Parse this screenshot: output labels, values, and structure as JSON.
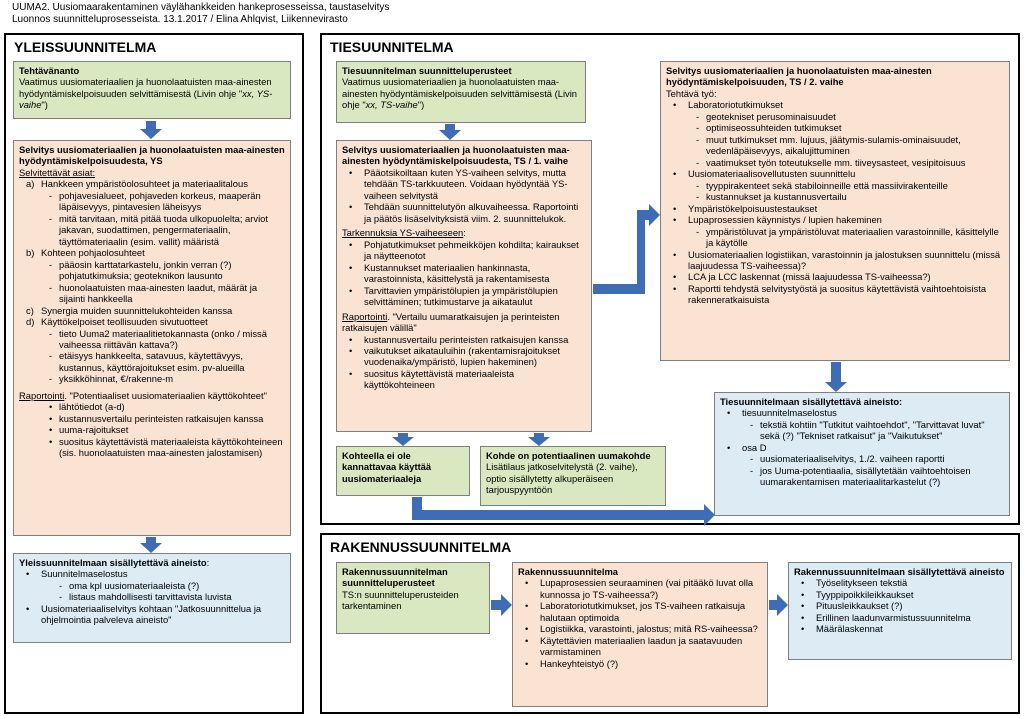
{
  "header": {
    "line1": "UUMA2. Uusiomaarakentaminen väylähankkeiden hankeprosesseissa, taustaselvitys",
    "line2": "Luonnos suunnitteluprosesseista. 13.1.2017 / Elina Ahlqvist, Liikennevirasto"
  },
  "colors": {
    "green": "#d9e8c1",
    "orange": "#fbe3d4",
    "blue": "#dcebf4",
    "arrow": "#3e6db5"
  },
  "yleis": {
    "title": "YLEISSUUNNITELMA",
    "tehtavananto": {
      "title": "Tehtävänanto",
      "text1": "Vaatimus uusiomateriaalien ja huonolaatuisten maa-ainesten hyödyntämiskelpoisuuden selvittämisestä (Livin ohje \"",
      "text_em": "xx, YS-vaihe",
      "text2": "\")"
    },
    "selvitys": {
      "title": "Selvitys uusiomateriaalien ja huonolaatuisten maa-ainesten hyödyntämiskelpoisuudesta, YS",
      "subtitle": "Selvitettävät asiat:",
      "items": [
        {
          "lvl": 1,
          "m": "a)",
          "t": "Hankkeen ympäristöolosuhteet ja materiaalitalous"
        },
        {
          "lvl": 2,
          "m": "-",
          "t": "pohjavesialueet, pohjaveden korkeus, maaperän läpäisevyys, pintavesien läheisyys"
        },
        {
          "lvl": 2,
          "m": "-",
          "t": "mitä tarvitaan, mitä pitää tuoda ulkopuolelta; arviot jakavan, suodattimen, pengermateriaalin, täyttömateriaalin (esim. vallit) määristä"
        },
        {
          "lvl": 1,
          "m": "b)",
          "t": "Kohteen pohjaolosuhteet"
        },
        {
          "lvl": 2,
          "m": "-",
          "t": "pääosin karttatarkastelu, jonkin verran (?) pohjatutkimuksia; geoteknikon lausunto"
        },
        {
          "lvl": 2,
          "m": "-",
          "t": "huonolaatuisten maa-ainesten laadut, määrät ja sijainti hankkeella"
        },
        {
          "lvl": 1,
          "m": "c)",
          "t": "Synergia muiden suunnittelukohteiden kanssa"
        },
        {
          "lvl": 1,
          "m": "d)",
          "t": "Käyttökelpoiset teollisuuden sivutuotteet"
        },
        {
          "lvl": 2,
          "m": "-",
          "t": "tieto Uuma2 materiaalitietokannasta (onko / missä vaiheessa riittävän kattava?)"
        },
        {
          "lvl": 2,
          "m": "-",
          "t": "etäisyys hankkeelta, satavuus, käytettävyys, kustannus, käyttörajoitukset esim. pv-alueilla"
        },
        {
          "lvl": 2,
          "m": "-",
          "t": "yksikköhinnat, €/rakenne-m"
        }
      ],
      "report_label": "Raportointi",
      "report_text": ". \"Potentiaaliset uusiomateriaalien käyttökohteet\"",
      "report_items": [
        "lähtötiedot (a-d)",
        "kustannusvertailu perinteisten ratkaisujen kanssa",
        "uuma-rajoitukset",
        "suositus käytettävistä materiaaleista käyttökohteineen (sis. huonolaatuisten maa-ainesten jalostamisen)"
      ]
    },
    "sisallytettava": {
      "title": "Yleissuunnitelmaan sisällytettävä aineisto",
      "title_suffix": ":",
      "items": [
        {
          "lvl": 1,
          "m": "•",
          "t": "Suunnitelmaselostus"
        },
        {
          "lvl": 2,
          "m": "-",
          "t": "oma kpl uusiomateriaaleista (?)"
        },
        {
          "lvl": 2,
          "m": "-",
          "t": "listaus mahdollisesti tarvittavista luvista"
        },
        {
          "lvl": 1,
          "m": "•",
          "t": "Uusiomateriaaliselvitys kohtaan \"Jatkosuunnittelua ja ohjelmointia palveleva aineisto\""
        }
      ]
    }
  },
  "tie": {
    "title": "TIESUUNNITELMA",
    "lahtokohdat": {
      "title": "Tiesuunnitelman suunnitteluperusteet",
      "text1": "Vaatimus uusiomateriaalien ja huonolaatuisten maa-ainesten hyödyntämiskelpoisuuden selvittämisestä (Livin ohje \"",
      "text_em": "xx, TS-vaihe",
      "text2": "\")"
    },
    "vaihe1": {
      "title": "Selvitys uusiomateriaalien ja huonolaatuisten maa-ainesten hyödyntämiskelpoisuudesta, TS / 1. vaihe",
      "items": [
        "Pääotsikoiltaan kuten YS-vaiheen selvitys, mutta tehdään TS-tarkkuuteen. Voidaan hyödyntää YS-vaiheen selvitystä",
        "Tehdään suunnittelutyön alkuvaiheessa. Raportointi ja päätös lisäselvityksistä viim. 2. suunnittelukok."
      ],
      "tark_label": "Tarkennuksia YS-vaiheeseen",
      "tark_suffix": ":",
      "tark_items": [
        "Pohjatutkimukset pehmeikköjen kohdilta; kairaukset ja näytteenotot",
        "Kustannukset materiaalien hankinnasta, varastoinnista, käsittelystä ja rakentamisesta",
        "Tarvittavien ympäristölupien ja ympäristölupien selvittäminen; tutkimustarve ja aikataulut"
      ],
      "rap_label": "Raportointi",
      "rap_text": ". \"Vertailu uumaratkaisujen ja perinteisten ratkaisujen välillä\"",
      "rap_items": [
        "kustannusvertailu perinteisten ratkaisujen kanssa",
        "vaikutukset aikatauluihin (rakentamisrajoitukset vuodenaika/ympäristö, lupien hakeminen)",
        "suositus käytettävistä materiaaleista käyttökohteineen"
      ]
    },
    "ei_ole": {
      "title": "Kohteella ei ole kannattavaa käyttää uusiomateriaaleja"
    },
    "potentiaalinen": {
      "title": "Kohde on potentiaalinen uumakohde",
      "text": "Lisätilaus jatkoselvitelystä (2. vaihe), optio sisällytetty alkuperäiseen tarjouspyyntöön"
    },
    "vaihe2": {
      "title": "Selvitys uusiomateriaalien ja huonolaatuisten maa-ainesten hyödyntämiskelpoisuuden, TS / 2. vaihe",
      "subtitle": "Tehtävä työ:",
      "items": [
        {
          "lvl": 1,
          "m": "•",
          "t": "Laboratoriotutkimukset"
        },
        {
          "lvl": 2,
          "m": "-",
          "t": "geotekniset perusominaisuudet"
        },
        {
          "lvl": 2,
          "m": "-",
          "t": "optimiseossuhteiden tutkimukset"
        },
        {
          "lvl": 2,
          "m": "-",
          "t": "muut tutkimukset mm. lujuus, jäätymis-sulamis-ominaisuudet, vedenläpäisevyys, aikalujittuminen"
        },
        {
          "lvl": 2,
          "m": "-",
          "t": "vaatimukset työn toteutukselle mm. tiiveysasteet, vesipitoisuus"
        },
        {
          "lvl": 1,
          "m": "•",
          "t": "Uusiomateriaalisovellutusten suunnittelu"
        },
        {
          "lvl": 2,
          "m": "-",
          "t": "tyyppirakenteet sekä stabiloinneille että massiivirakenteille"
        },
        {
          "lvl": 2,
          "m": "-",
          "t": "kustannukset ja kustannusvertailu"
        },
        {
          "lvl": 1,
          "m": "•",
          "t": "Ympäristökelpoisuustestaukset"
        },
        {
          "lvl": 1,
          "m": "•",
          "t": "Lupaprosessien käynnistys / lupien hakeminen"
        },
        {
          "lvl": 2,
          "m": "-",
          "t": "ympäristöluvat ja ympäristöluvat materiaalien varastoinnille, käsittelylle ja käytölle"
        },
        {
          "lvl": 1,
          "m": "•",
          "t": "Uusiomateriaalien logistiikan, varastoinnin ja jalostuksen suunnittelu (missä laajuudessa TS-vaiheessa)?"
        },
        {
          "lvl": 1,
          "m": "•",
          "t": "LCA ja LCC laskennat (missä laajuudessa TS-vaiheessa?)"
        },
        {
          "lvl": 1,
          "m": "•",
          "t": "Raportti tehdystä selvitystyöstä ja suositus käytettävistä vaihtoehtoisista rakenneratkaisuista"
        }
      ]
    },
    "sisallytettava": {
      "title": "Tiesuunnitelmaan sisällytettävä aineisto:",
      "items": [
        {
          "lvl": 1,
          "m": "•",
          "t": "tiesuunnitelmaselostus"
        },
        {
          "lvl": 2,
          "m": "-",
          "t": "tekstiä kohtiin \"Tutkitut vaihtoehdot\", \"Tarvittavat luvat\" sekä (?) \"Tekniset ratkaisut\" ja \"Vaikutukset\""
        },
        {
          "lvl": 1,
          "m": "•",
          "t": "osa D"
        },
        {
          "lvl": 2,
          "m": "-",
          "t": "uusiomateriaaliselvitys, 1./2. vaiheen raportti"
        },
        {
          "lvl": 2,
          "m": "-",
          "t": "jos Uuma-potentiaalia, sisällytetään vaihtoehtoisen uumarakentamisen materiaalitarkastelut (?)"
        }
      ]
    }
  },
  "raken": {
    "title": "RAKENNUSSUUNNITELMA",
    "lahtokohdat": {
      "title": "Rakennussuunnitelman suunnitteluperusteet",
      "text": "TS:n suunnitteluperusteiden tarkentaminen"
    },
    "suunnitelma": {
      "title": "Rakennussuunnitelma",
      "items": [
        "Lupaprosessien seuraaminen (vai pitääkö luvat olla kunnossa jo TS-vaiheessa?)",
        "Laboratoriotutkimukset, jos TS-vaiheen ratkaisuja halutaan optimoida",
        "Logistiikka, varastointi, jalostus; mitä RS-vaiheessa?",
        "Käytettävien materiaalien laadun ja saatavuuden varmistaminen",
        "Hankeyhteistyö (?)"
      ]
    },
    "sisallytettava": {
      "title": "Rakennussuunnitelmaan sisällytettävä aineisto",
      "items": [
        "Työselitykseen tekstiä",
        "Tyyppipoikkileikkaukset",
        "Pituusleikkaukset (?)",
        "Erillinen laadunvarmistussuunnitelma",
        "Määrälaskennat"
      ]
    }
  }
}
